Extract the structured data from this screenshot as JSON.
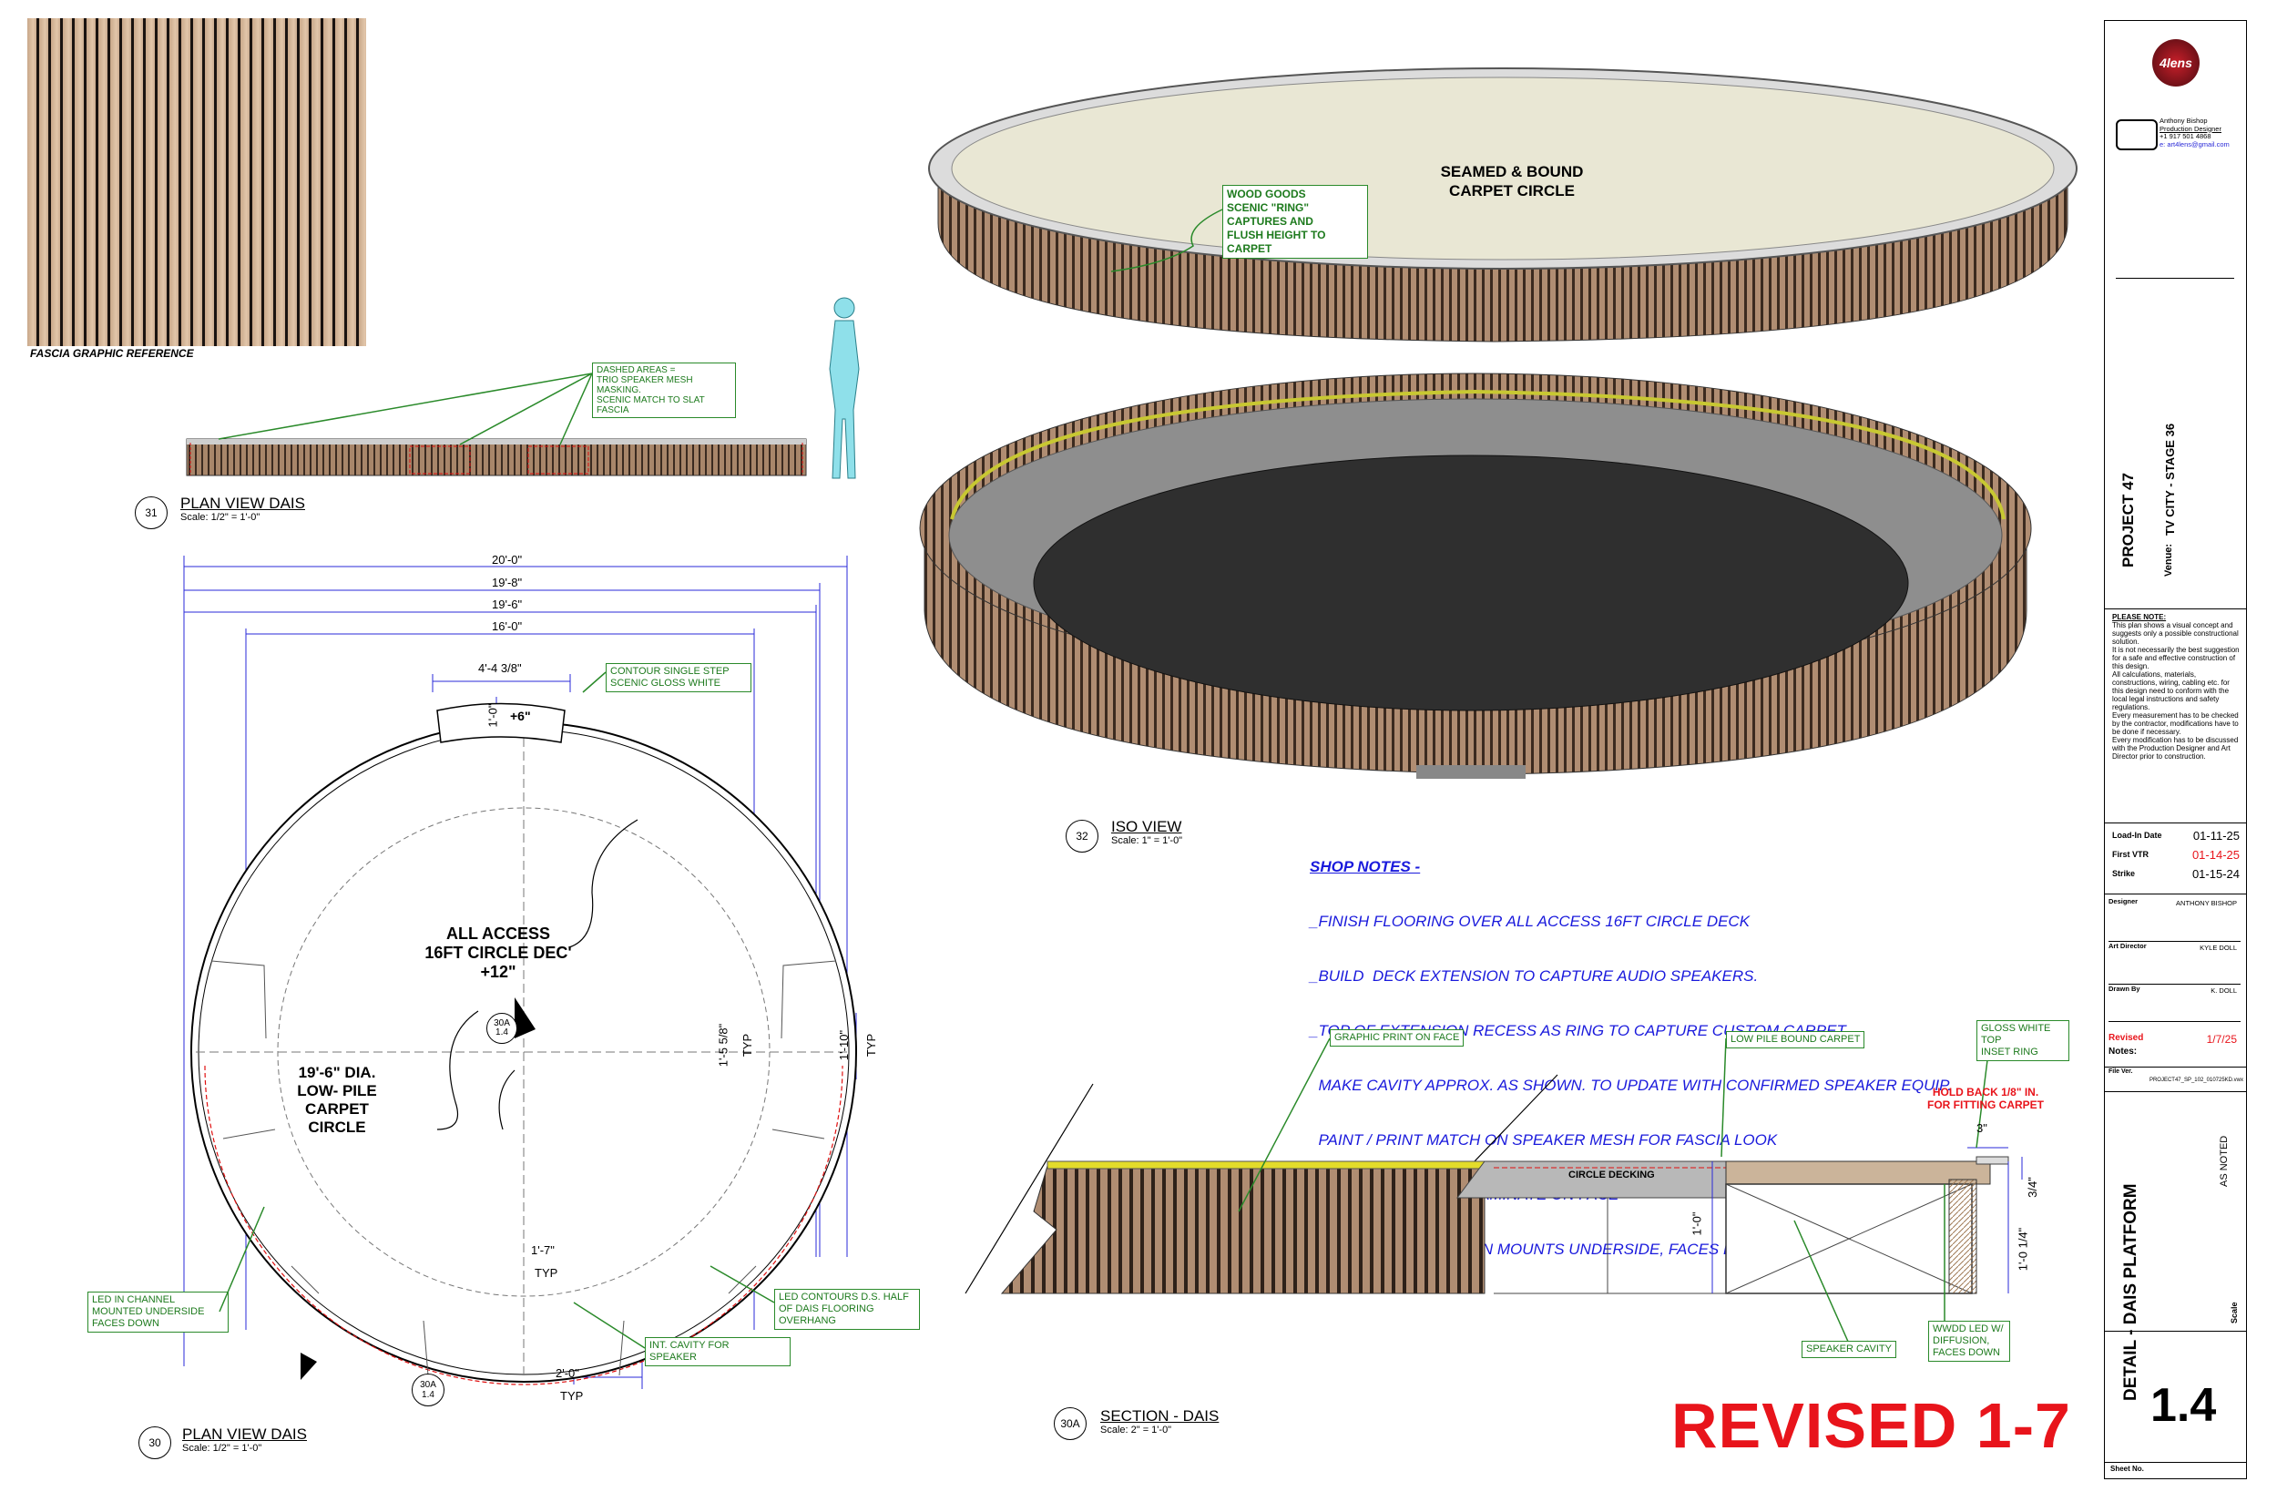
{
  "fascia_ref": {
    "caption": "FASCIA GRAPHIC REFERENCE"
  },
  "view31": {
    "bubble": "31",
    "title": "PLAN VIEW DAIS",
    "scale": "Scale: 1/2\" = 1'-0\""
  },
  "view30": {
    "bubble": "30",
    "title": "PLAN VIEW DAIS",
    "scale": "Scale: 1/2\" = 1'-0\""
  },
  "view32": {
    "bubble": "32",
    "title": "ISO VIEW",
    "scale": "Scale: 1\" = 1'-0\""
  },
  "view30a": {
    "bubble": "30A",
    "title": "SECTION - DAIS",
    "scale": "Scale: 2\" = 1'-0\""
  },
  "notes": {
    "dashed_areas": "DASHED AREAS =\nTRIO SPEAKER MESH\nMASKING.\nSCENIC MATCH TO SLAT\nFASCIA",
    "wood_goods": "WOOD GOODS\nSCENIC \"RING\"\nCAPTURES AND\nFLUSH HEIGHT TO\nCARPET",
    "contour_step": "CONTOUR SINGLE STEP\nSCENIC GLOSS WHITE",
    "led_channel": "LED IN CHANNEL\nMOUNTED UNDERSIDE\nFACES DOWN",
    "led_contours": "LED CONTOURS D.S. HALF\nOF DAIS FLOORING\nOVERHANG",
    "int_cavity": "INT. CAVITY FOR\nSPEAKER",
    "graphic_print": "GRAPHIC PRINT ON FACE",
    "low_pile": "LOW PILE BOUND CARPET",
    "gloss_white": "GLOSS WHITE TOP\nINSET RING",
    "speaker_cavity": "SPEAKER CAVITY",
    "wwdd_led": "WWDD LED W/\nDIFFUSION,\nFACES DOWN"
  },
  "plan": {
    "dims_top": [
      "20'-0\"",
      "19'-8\"",
      "19'-6\"",
      "16'-0\""
    ],
    "step_width": "4'-4 3/8\"",
    "step_height": "1'-0\"",
    "step_rise": "+6\"",
    "center_label": "ALL ACCESS\n16FT CIRCLE DEC'\n+12\"",
    "carpet_label": "19'-6\" DIA.\nLOW- PILE\nCARPET\nCIRCLE",
    "cut_bubble_top": "30A",
    "cut_bubble_bottom": "1.4",
    "dim_right_a": "1'-5 5/8\"",
    "dim_right_a_typ": "TYP",
    "dim_right_b": "1'-10\"",
    "dim_right_b_typ": "TYP",
    "dim_bottom_a": "1'-7\"",
    "dim_bottom_a_typ": "TYP",
    "dim_bottom_b": "2'-0\"",
    "dim_bottom_b_typ": "TYP"
  },
  "iso": {
    "top_label": "SEAMED & BOUND\nCARPET CIRCLE"
  },
  "section": {
    "decking": "CIRCLE DECKING",
    "hold_back": "HOLD BACK 1/8\" IN.\nFOR FITTING CARPET",
    "dim_3in": "3\"",
    "dim_10": "1'-0\"",
    "dim_34": "3/4\"",
    "dim_1014": "1'-0 1/4\""
  },
  "shop_notes": {
    "heading": "SHOP NOTES -",
    "lines": [
      "_FINISH FLOORING OVER ALL ACCESS 16FT CIRCLE DECK",
      "_BUILD  DECK EXTENSION TO CAPTURE AUDIO SPEAKERS.",
      "_TOP OF EXTENSION RECESS AS RING TO CAPTURE CUSTOM CARPET",
      "  MAKE CAVITY APPROX. AS SHOWN. TO UPDATE WITH CONFIRMED SPEAKER EQUIP.",
      "  PAINT / PRINT MATCH ON SPEAKER MESH FOR FASCIA LOOK",
      "_ APPLY WOOD SLAT LAMINATE ON FACE",
      "_WW LED W/ DIFFUSION MOUNTS UNDERSIDE, FACES DOWN"
    ]
  },
  "revised_stamp": "REVISED 1-7",
  "title_block": {
    "logo": "4lens",
    "designer_name": "Anthony Bishop",
    "designer_role": "Production Designer",
    "phone": "+1 917 501 4868",
    "email": "e: art4lens@gmail.com",
    "project": "PROJECT 47",
    "venue_label": "Venue:",
    "venue": "TV CITY - STAGE 36",
    "please_note_title": "PLEASE NOTE:",
    "please_note": "This plan shows a visual concept and suggests only a possible constructional solution.\nIt is not necessarily the best suggestion for a safe and effective construction of this design.\nAll calculations, materials, constructions, wiring, cabling etc. for this design need to conform with the local legal instructions and safety regulations.\nEvery measurement has to be checked by the contractor, modifications have to be done if necessary.\nEvery modification has to be discussed with the Production Designer and Art Director prior to construction.",
    "load_in_label": "Load-In Date",
    "load_in": "01-11-25",
    "first_vtr_label": "First VTR",
    "first_vtr": "01-14-25",
    "strike_label": "Strike",
    "strike": "01-15-24",
    "designer_label": "Designer",
    "designer": "ANTHONY BISHOP",
    "art_director_label": "Art Director",
    "art_director": "KYLE DOLL",
    "drawn_by_label": "Drawn By",
    "drawn_by": "K. DOLL",
    "revised_label": "Revised",
    "revised": "1/7/25",
    "notes_label": "Notes:",
    "file_ver_label": "File Ver.",
    "file_ver": "PROJECT47_SP_102_010725KD.vwx",
    "sheet_title": "DETAIL - DAIS PLATFORM",
    "scale_value": "AS NOTED",
    "scale_label": "Scale",
    "sheet_number": "1.4",
    "sheet_no_label": "Sheet No."
  },
  "colors": {
    "note_green": "#1d7a1d",
    "dim_blue": "#2a2ad8",
    "revised_red": "#e8141b",
    "wood": "#a8866a",
    "carpet": "#e9e7d4",
    "deck": "#2f2f2f"
  }
}
